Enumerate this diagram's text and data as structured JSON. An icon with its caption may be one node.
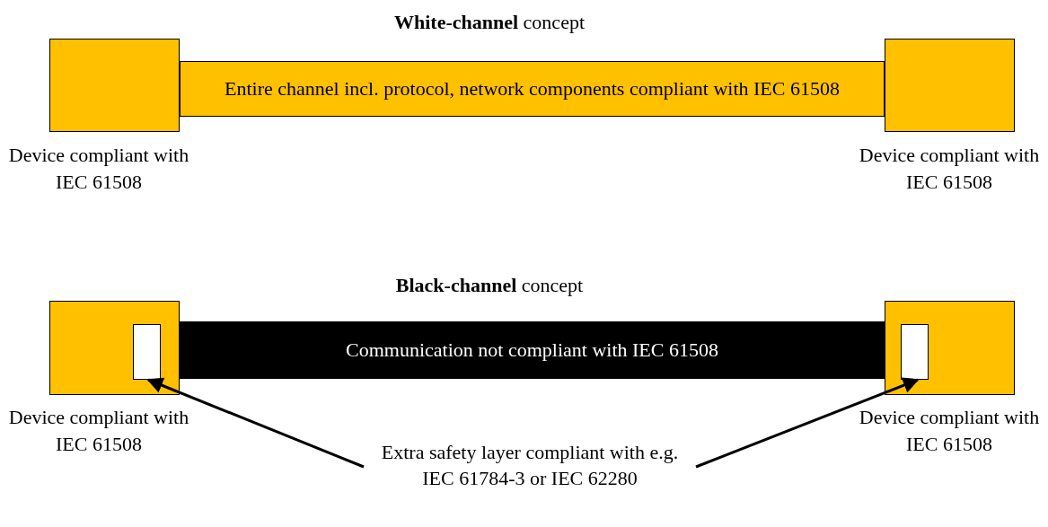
{
  "diagram": {
    "nodes": [
      {
        "text": [],
        "shape": "box",
        "beside": [
          "Device compliant with IEC 61508"
        ]
      },
      {
        "text": [
          "Entire channel incl. protocol, network components compliant with IEC 61508"
        ]
      },
      {
        "text": [],
        "shape": "box",
        "beside": [
          "Device compliant with IEC 61508"
        ]
      },
      {
        "text": [],
        "shape": "box",
        "beside": [
          "Device compliant with IEC 61508"
        ]
      },
      {
        "text": [],
        "shape": "box",
        "in": 3
      },
      {
        "text": [
          "Communication not compliant with IEC 61508"
        ]
      },
      {
        "text": [],
        "shape": "box",
        "beside": [
          "Device compliant with IEC 61508"
        ]
      },
      {
        "text": [],
        "shape": "box",
        "in": 6
      },
      {
        "text": [
          "Extra safety layer compliant with e.g. IEC 61784-3 or IEC 62280"
        ]
      }
    ],
    "edges": [
      {
        "from": 8,
        "to": 4,
        "arrow": "to"
      },
      {
        "from": 8,
        "to": 7,
        "arrow": "to"
      }
    ],
    "labels": [
      "**White-channel** concept",
      "**Black-channel** concept"
    ]
  }
}
